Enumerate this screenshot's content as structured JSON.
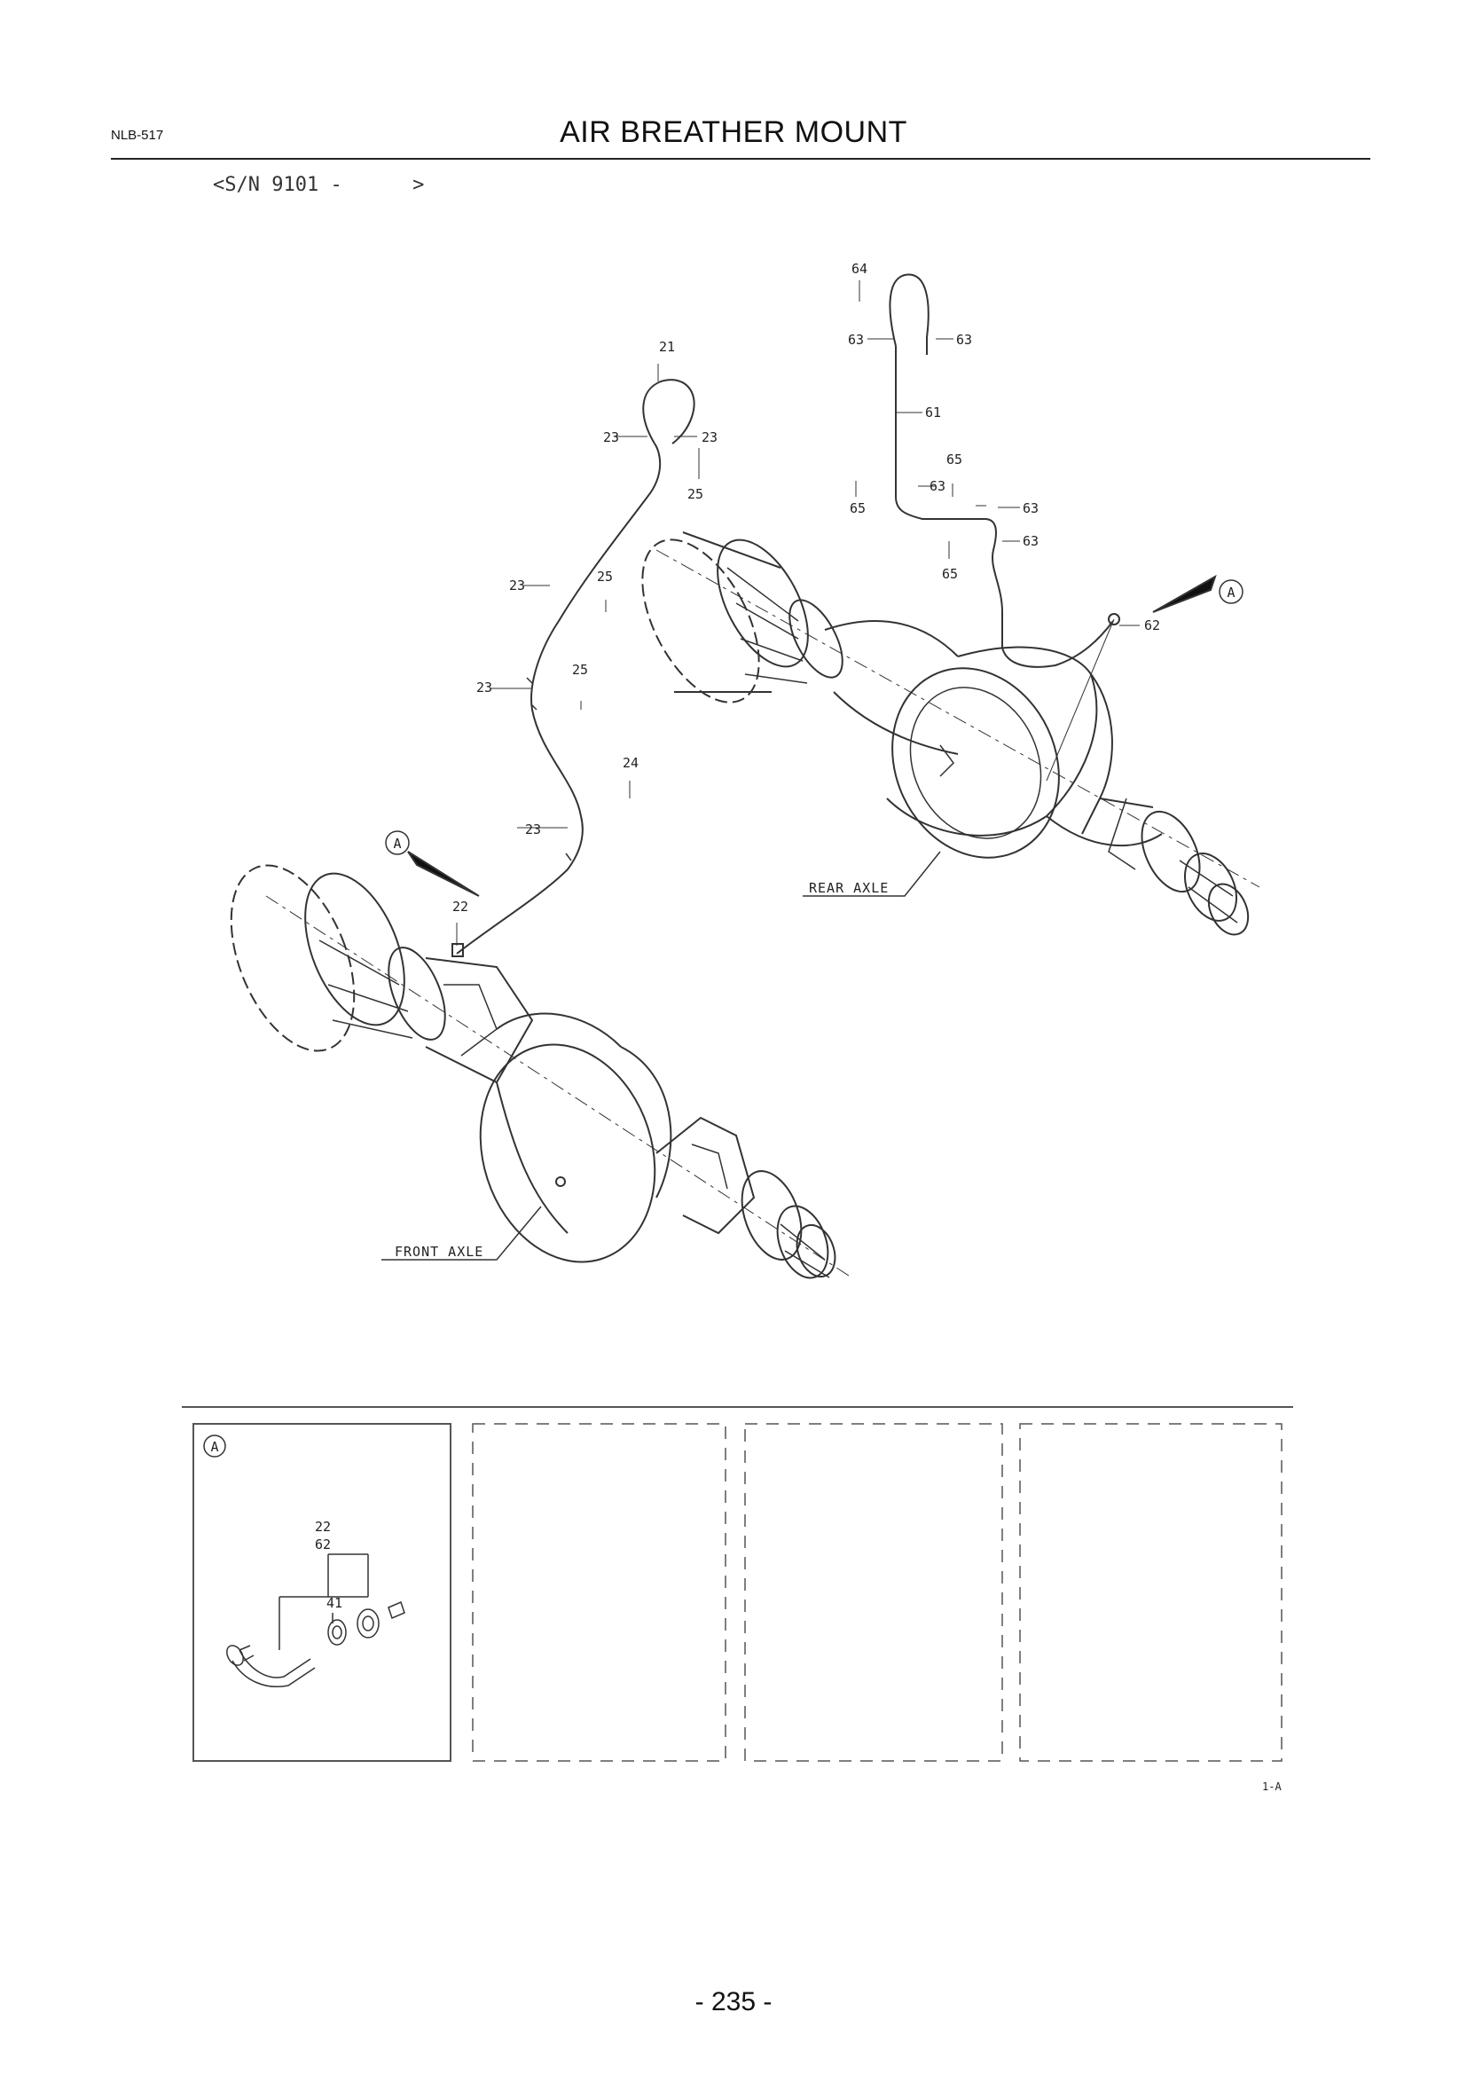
{
  "header": {
    "page_code": "NLB-517",
    "title": "AIR BREATHER MOUNT",
    "serial_range": "<S/N 9101 -      >"
  },
  "diagram": {
    "axle_labels": {
      "front": "FRONT AXLE",
      "rear": "REAR AXLE"
    },
    "view_marker": "A",
    "callouts": {
      "c21": "21",
      "c22": "22",
      "c23a": "23",
      "c23b": "23",
      "c23c": "23",
      "c23d": "23",
      "c23e": "23",
      "c24": "24",
      "c25a": "25",
      "c25b": "25",
      "c25c": "25",
      "c61": "61",
      "c62": "62",
      "c63a": "63",
      "c63b": "63",
      "c63c": "63",
      "c63d": "63",
      "c63e": "63",
      "c64": "64",
      "c65a": "65",
      "c65b": "65",
      "c65c": "65"
    },
    "detail_panel": {
      "marker": "A",
      "labels": {
        "l22": "22",
        "l62": "62",
        "l41": "41"
      }
    },
    "figure_ref": "1-A"
  },
  "footer": {
    "page_number": "- 235 -"
  }
}
